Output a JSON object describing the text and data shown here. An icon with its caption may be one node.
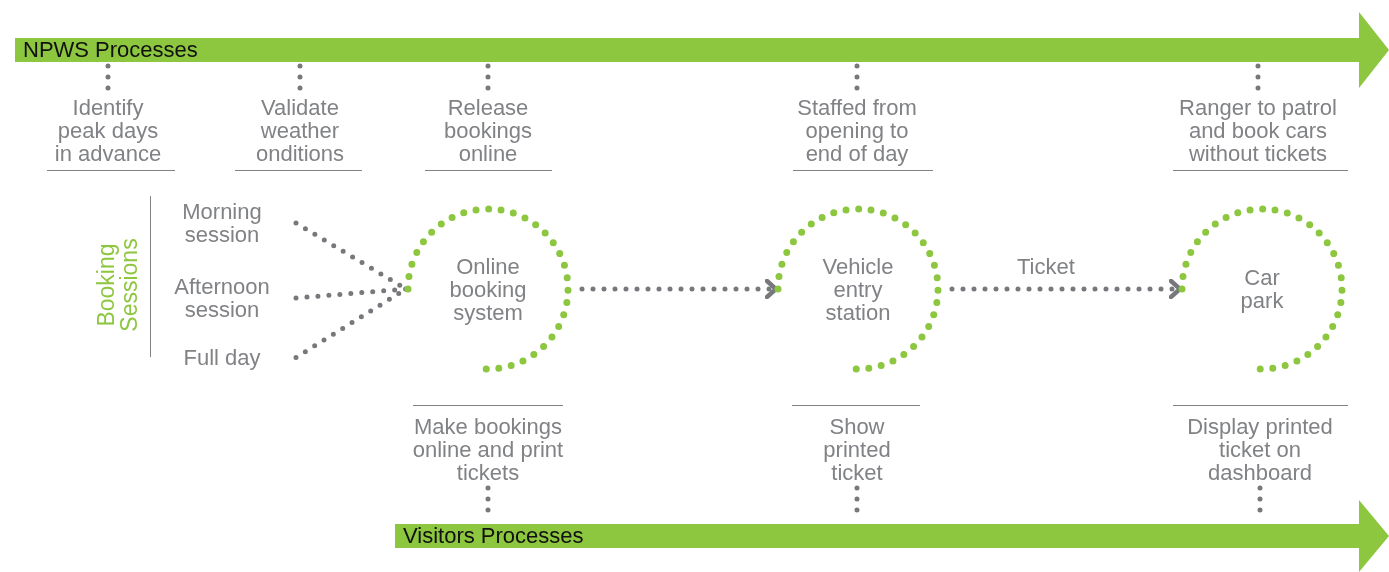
{
  "diagram": {
    "nodes": [
      {
        "text": [
          "NPWS Processes"
        ]
      },
      {
        "text": [
          "Identify peak days in advance"
        ]
      },
      {
        "text": [
          "Validate weather onditions"
        ]
      },
      {
        "text": [
          "Release bookings online"
        ]
      },
      {
        "text": [
          "Staffed from opening to end of day"
        ]
      },
      {
        "text": [
          "Ranger to patrol and book cars without tickets"
        ]
      },
      {
        "text": [
          "Morning session"
        ]
      },
      {
        "text": [
          "Afternoon session"
        ]
      },
      {
        "text": [
          "Full day"
        ]
      },
      {
        "text": [
          "Online booking system"
        ]
      },
      {
        "text": [
          "Vehicle entry station"
        ]
      },
      {
        "text": [
          "Car park"
        ]
      },
      {
        "text": [
          "Make bookings online and print tickets"
        ]
      },
      {
        "text": [
          "Show printed ticket"
        ]
      },
      {
        "text": [
          "Display printed ticket on dashboard"
        ]
      },
      {
        "text": [
          "Visitors Processes"
        ]
      }
    ],
    "edges": [
      {
        "from": 0,
        "to": 1,
        "arrow": "none"
      },
      {
        "from": 0,
        "to": 2,
        "arrow": "none"
      },
      {
        "from": 0,
        "to": 3,
        "arrow": "none"
      },
      {
        "from": 0,
        "to": 4,
        "arrow": "none"
      },
      {
        "from": 0,
        "to": 5,
        "arrow": "none"
      },
      {
        "from": 6,
        "to": 9,
        "arrow": "none"
      },
      {
        "from": 7,
        "to": 9,
        "arrow": "none"
      },
      {
        "from": 8,
        "to": 9,
        "arrow": "none"
      },
      {
        "from": 9,
        "to": 10,
        "arrow": "to"
      },
      {
        "from": 10,
        "to": 11,
        "arrow": "to",
        "label": "Ticket"
      },
      {
        "from": 12,
        "to": 15,
        "arrow": "none"
      },
      {
        "from": 13,
        "to": 15,
        "arrow": "none"
      },
      {
        "from": 14,
        "to": 15,
        "arrow": "none"
      }
    ],
    "labels": [
      "Booking Sessions"
    ]
  }
}
